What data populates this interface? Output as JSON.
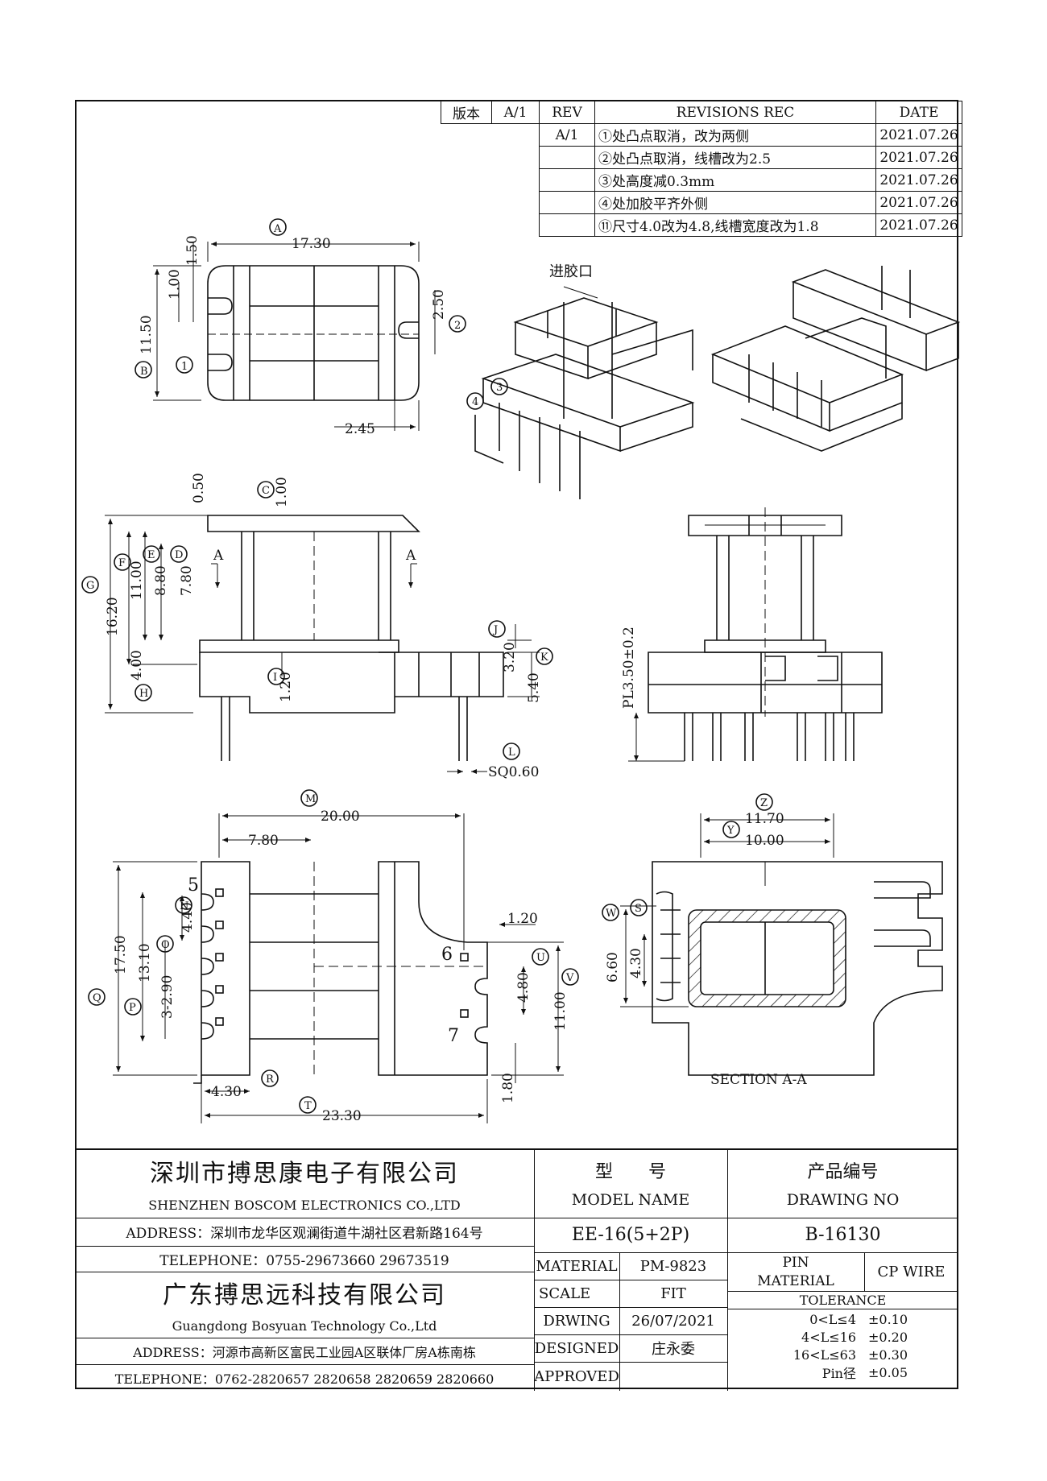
{
  "revision_table": {
    "version_label": "版本",
    "version_value": "A/1",
    "headers": {
      "rev": "REV",
      "revisions": "REVISIONS REC",
      "date": "DATE"
    },
    "rows": [
      {
        "rev": "A/1",
        "text": "①处凸点取消，改为两侧",
        "date": "2021.07.26"
      },
      {
        "rev": "",
        "text": "②处凸点取消，线槽改为2.5",
        "date": "2021.07.26"
      },
      {
        "rev": "",
        "text": "③处高度减0.3mm",
        "date": "2021.07.26"
      },
      {
        "rev": "",
        "text": "④处加胶平齐外侧",
        "date": "2021.07.26"
      },
      {
        "rev": "",
        "text": "⑪尺寸4.0改为4.8,线槽宽度改为1.8",
        "date": "2021.07.26"
      }
    ]
  },
  "top_view": {
    "dims": {
      "A": "17.30",
      "v150": "1.50",
      "v100": "1.00",
      "v1150": "11.50",
      "v250": "2.50",
      "v245": "2.45"
    },
    "circled": {
      "A": "A",
      "B": "B",
      "n1": "1",
      "n2": "2"
    }
  },
  "iso_view": {
    "label_inlet": "进胶口",
    "n3": "3",
    "n4": "4"
  },
  "front_view": {
    "dims": {
      "v050": "0.50",
      "v100": "1.00",
      "v1100": "11.00",
      "v880": "8.80",
      "v780": "7.80",
      "v1620": "16.20",
      "v400": "4.00",
      "v120": "1.20",
      "v320": "3.20",
      "v540": "5.40",
      "sq": "SQ0.60"
    },
    "section_marks": {
      "left": "A",
      "right": "A"
    },
    "circled": {
      "C": "C",
      "D": "D",
      "E": "E",
      "F": "F",
      "G": "G",
      "H": "H",
      "I": "I",
      "J": "J",
      "K": "K",
      "L": "L"
    }
  },
  "side_view": {
    "pl_label": "PL3.50±0.2"
  },
  "bottom_view": {
    "dims": {
      "M": "20.00",
      "v780": "7.80",
      "v1750": "17.50",
      "v1310": "13.10",
      "v440": "4.40",
      "v290": "3-2.90",
      "v120": "1.20",
      "v480": "4.80",
      "v1100": "11.00",
      "v180": "1.80",
      "v430": "4.30",
      "v2330": "23.30"
    },
    "pins": {
      "p5": "5",
      "p6": "6",
      "p7": "7"
    },
    "circled": {
      "M": "M",
      "N": "N",
      "O": "O",
      "P": "P",
      "Q": "Q",
      "R": "R",
      "T": "T",
      "U": "U",
      "V": "V"
    }
  },
  "section_view": {
    "dims": {
      "Z": "11.70",
      "Y": "10.00",
      "v660": "6.60",
      "v430": "4.30"
    },
    "label": "SECTION A-A",
    "circled": {
      "Z": "Z",
      "Y": "Y",
      "W": "W",
      "S": "S"
    }
  },
  "title_block": {
    "company1_cn": "深圳市搏思康电子有限公司",
    "company1_en": "SHENZHEN BOSCOM ELECTRONICS CO.,LTD",
    "address1": "ADDRESS：深圳市龙华区观澜街道牛湖社区君新路164号",
    "telephone1": "TELEPHONE：0755-29673660 29673519",
    "company2_cn": "广东搏思远科技有限公司",
    "company2_en": "Guangdong Bosyuan Technology Co.,Ltd",
    "address2": "ADDRESS：河源市高新区富民工业园A区联体厂房A栋南栋",
    "telephone2": "TELEPHONE：0762-2820657 2820658 2820659 2820660",
    "model_label_cn": "型　　号",
    "model_label_en": "MODEL NAME",
    "model_value": "EE-16(5+2P)",
    "drawing_label_cn": "产品编号",
    "drawing_label_en": "DRAWING NO",
    "drawing_value": "B-16130",
    "material_label": "MATERIAL",
    "material_value": "PM-9823",
    "scale_label": "SCALE",
    "scale_value": "FIT",
    "drwing_label": "DRWING",
    "drwing_value": "26/07/2021",
    "designed_label": "DESIGNED",
    "designed_value": "庄永委",
    "approved_label": "APPROVED",
    "approved_value": "",
    "pin_material_label1": "PIN",
    "pin_material_label2": "MATERIAL",
    "pin_material_value": "CP WIRE",
    "tolerance_label": "TOLERANCE",
    "tolerance_rows": [
      {
        "range": "0<L≤4",
        "value": "±0.10"
      },
      {
        "range": "4<L≤16",
        "value": "±0.20"
      },
      {
        "range": "16<L≤63",
        "value": "±0.30"
      },
      {
        "range": "Pin径",
        "value": "±0.05"
      }
    ]
  }
}
